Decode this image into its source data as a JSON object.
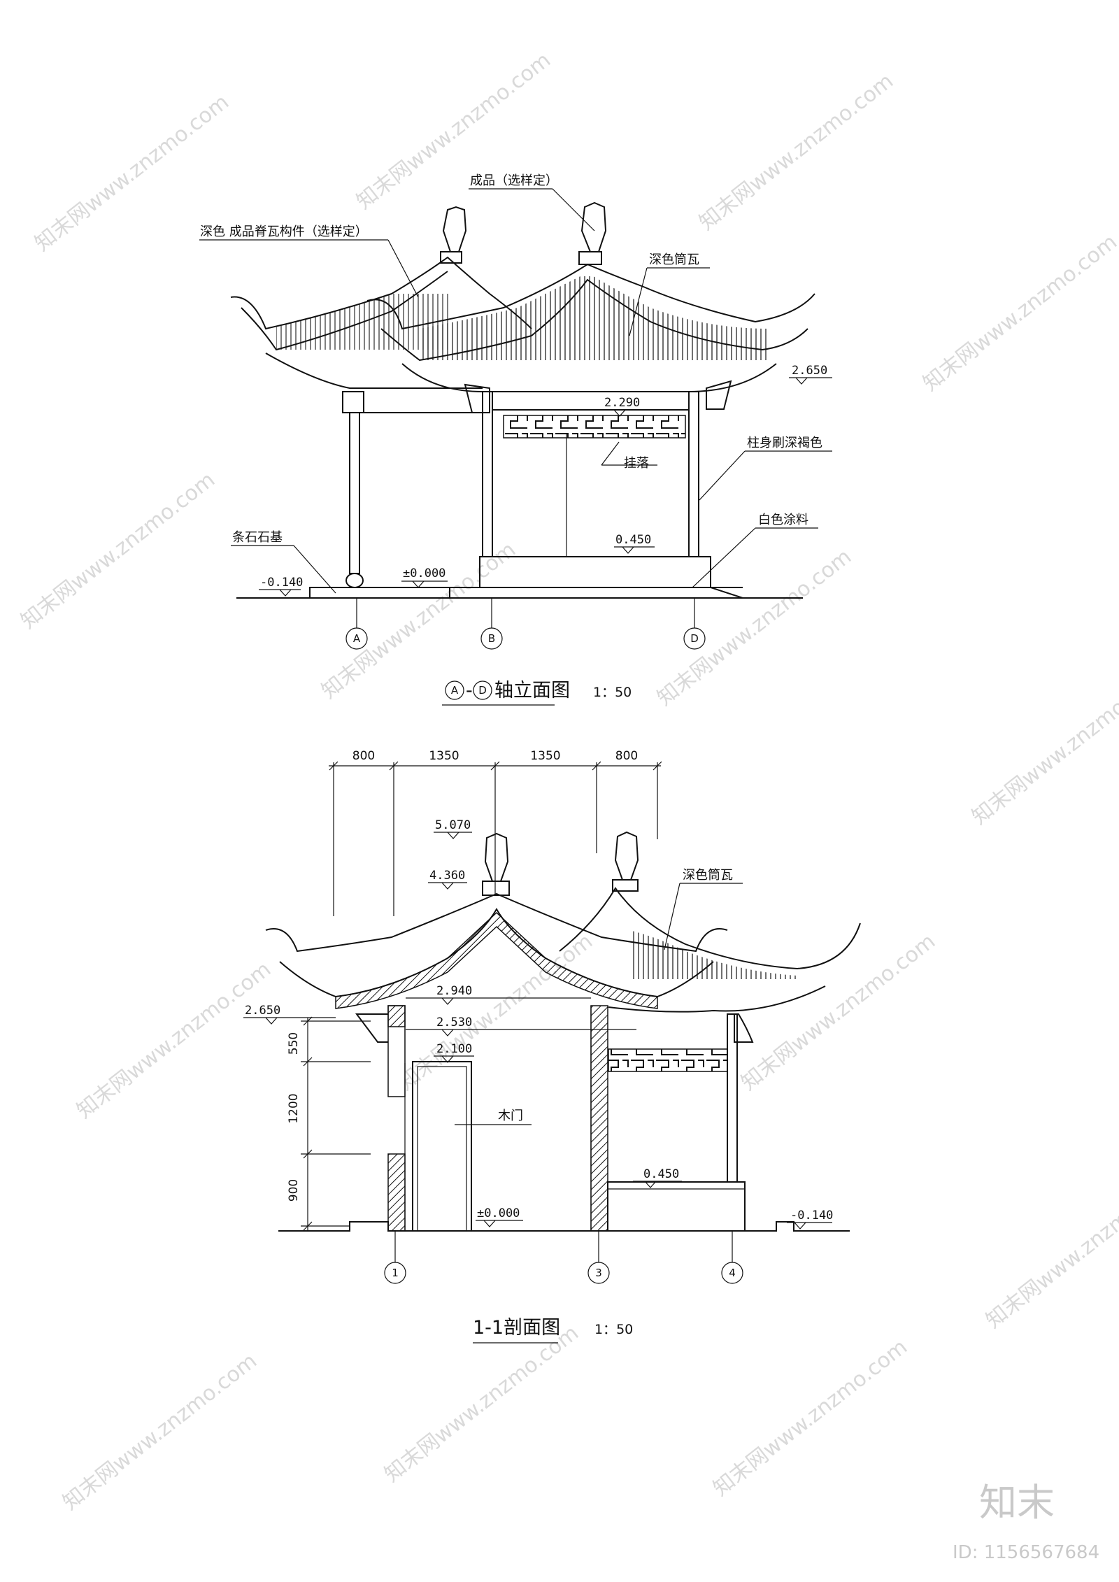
{
  "elevation": {
    "labels": {
      "finial": "成品（选样定）",
      "ridge": "深色 成品脊瓦构件（选样定）",
      "tiles": "深色筒瓦",
      "column_color": "柱身刷深褐色",
      "hanging_lattice": "挂落",
      "white_paint": "白色涂料",
      "stone_base": "条石石基"
    },
    "levels": {
      "eave": "2.650",
      "lattice": "2.290",
      "platform": "0.450",
      "zero": "±0.000",
      "ground": "-0.140"
    },
    "axes": [
      "A",
      "B",
      "D"
    ],
    "title": "A-D轴立面图",
    "title_axis_left": "A",
    "title_axis_right": "D",
    "title_text": "轴立面图",
    "scale": "1：50"
  },
  "section": {
    "dims_top": [
      "800",
      "1350",
      "1350",
      "800"
    ],
    "dims_left": [
      "550",
      "1200",
      "900"
    ],
    "labels": {
      "tiles": "深色筒瓦",
      "door": "木门"
    },
    "levels": {
      "top": "5.070",
      "ridge": "4.360",
      "beam_top": "2.940",
      "beam_bottom": "2.530",
      "door_top": "2.100",
      "eave": "2.650",
      "platform": "0.450",
      "zero": "±0.000",
      "ground": "-0.140"
    },
    "axes": [
      "1",
      "3",
      "4"
    ],
    "title": "1-1剖面图",
    "scale": "1：50"
  },
  "watermark": {
    "text": "知末网www.znzmo.com",
    "brand": "知末",
    "id": "ID: 1156567684"
  }
}
